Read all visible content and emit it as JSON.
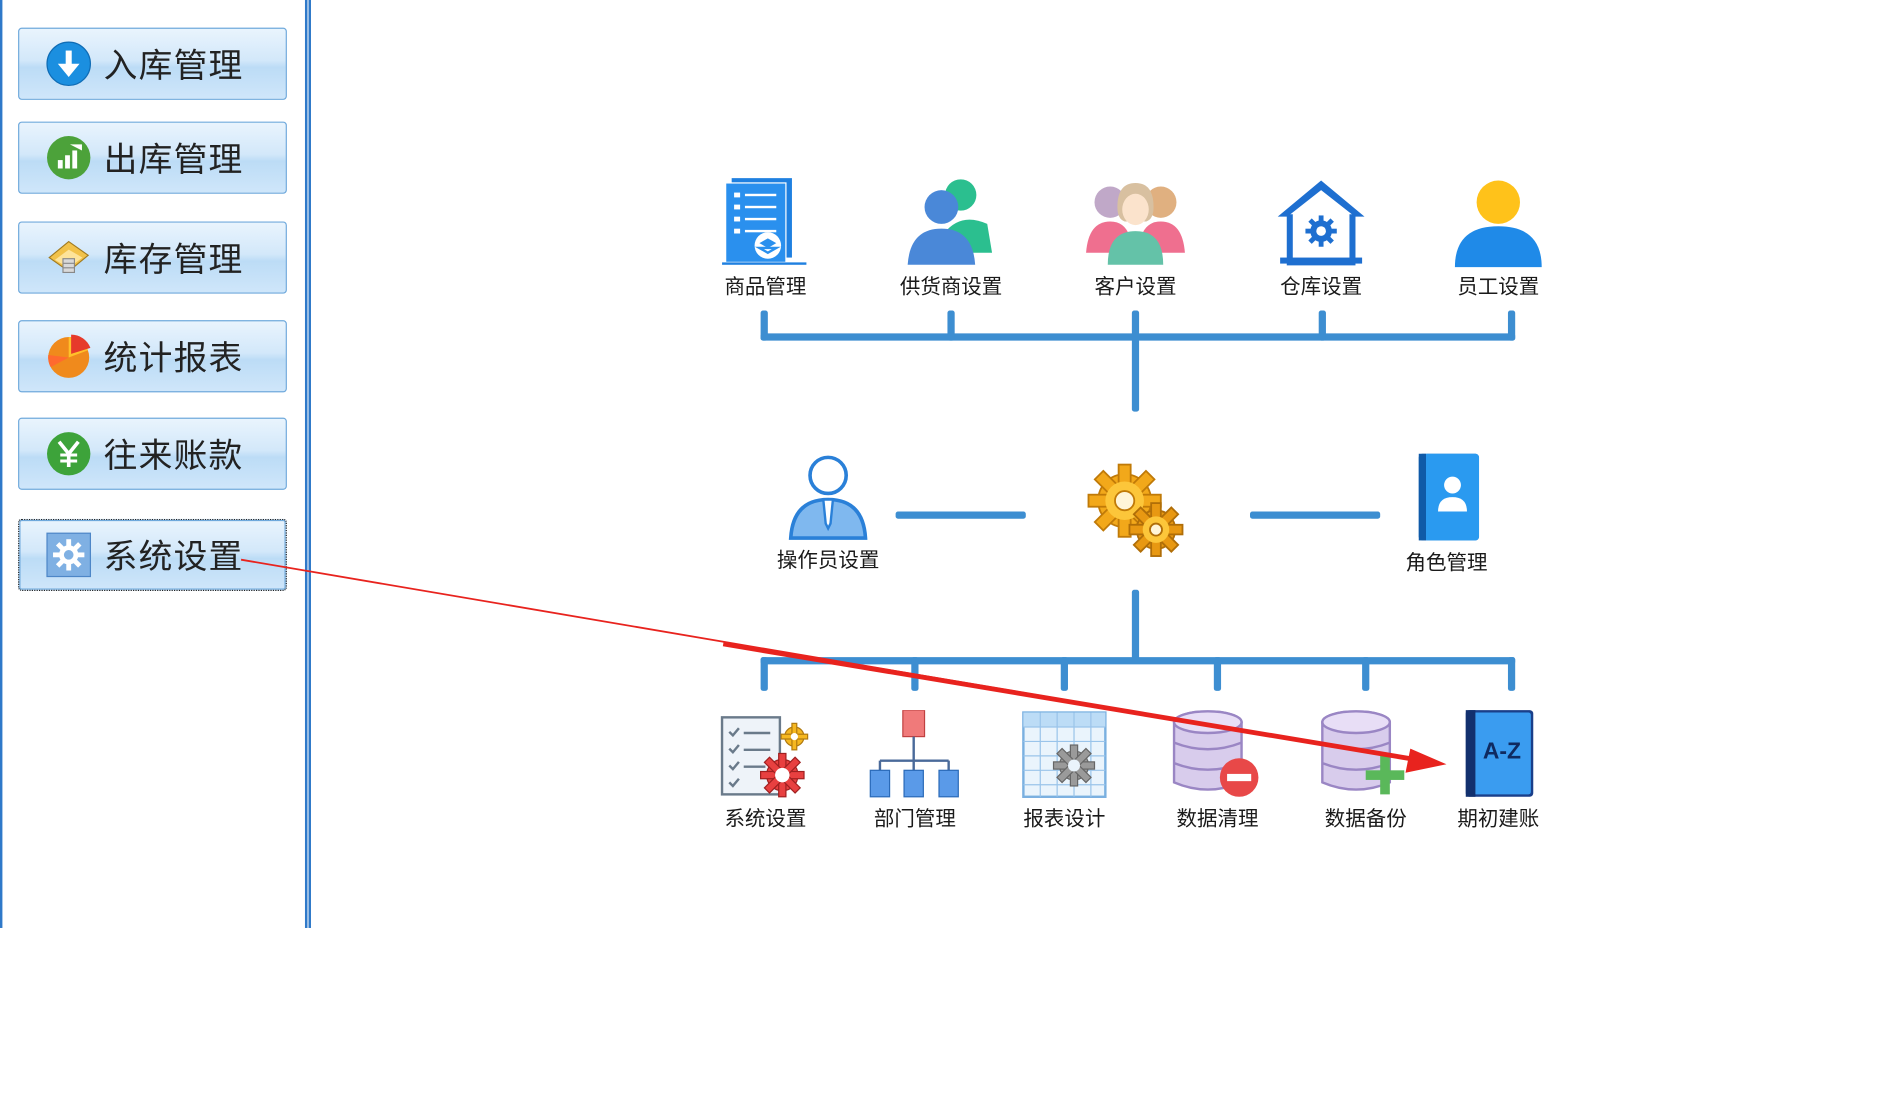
{
  "sidebar": {
    "items": [
      {
        "label": "入库管理",
        "icon": "arrow-down-circle-icon"
      },
      {
        "label": "出库管理",
        "icon": "bar-chart-circle-icon"
      },
      {
        "label": "库存管理",
        "icon": "warehouse-box-icon"
      },
      {
        "label": "统计报表",
        "icon": "pie-chart-icon"
      },
      {
        "label": "往来账款",
        "icon": "yen-circle-icon"
      },
      {
        "label": "系统设置",
        "icon": "gear-icon",
        "active": true
      }
    ]
  },
  "diagram": {
    "top_row": [
      "商品管理",
      "供货商设置",
      "客户设置",
      "仓库设置",
      "员工设置"
    ],
    "middle_row": {
      "left": "操作员设置",
      "center_icon": "gears-icon",
      "right": "角色管理"
    },
    "bottom_row": [
      "系统设置",
      "部门管理",
      "报表设计",
      "数据清理",
      "数据备份",
      "期初建账"
    ]
  },
  "colors": {
    "sidebar_border": "#2f79c9",
    "connector": "#3d8ed1",
    "annotation_arrow": "#e8231e"
  }
}
